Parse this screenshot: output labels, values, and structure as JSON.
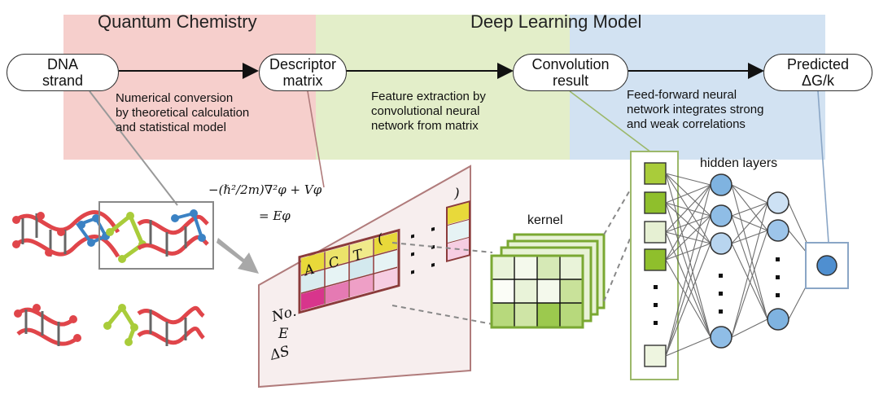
{
  "sections": [
    {
      "title": "Quantum Chemistry",
      "color": "#f6cfcc"
    },
    {
      "title": "Deep Learning Model",
      "color": "#e3eec9",
      "color2": "#d2e2f2"
    }
  ],
  "nodes": {
    "dna": [
      "DNA",
      "strand"
    ],
    "descriptor": [
      "Descriptor",
      "matrix"
    ],
    "convolution": [
      "Convolution",
      "result"
    ],
    "predicted": [
      "Predicted",
      "ΔG/k"
    ]
  },
  "edges": {
    "e1": [
      "Numerical conversion",
      "by theoretical calculation",
      "and statistical model"
    ],
    "e2": [
      "Feature extraction by",
      "convolutional neural",
      "network from matrix"
    ],
    "e3": [
      "Feed-forward neural",
      "network integrates strong",
      "and weak correlations"
    ]
  },
  "equation": {
    "line1": "−(ℏ²/2m)∇²φ + Vφ",
    "line2": "= Eφ"
  },
  "matrix": {
    "columns": [
      "A",
      "C",
      "T",
      "("
    ],
    "last_column": ")",
    "rows": [
      "No.",
      "E",
      "ΔS"
    ]
  },
  "labels": {
    "kernel": "kernel",
    "hidden_layers": "hidden layers"
  },
  "colors": {
    "dna_red": "#e0454a",
    "dna_blue": "#3b82c4",
    "dna_green": "#a9cc3a",
    "kernel_green": "#7aa832",
    "node_blue": "#8fbde6"
  }
}
